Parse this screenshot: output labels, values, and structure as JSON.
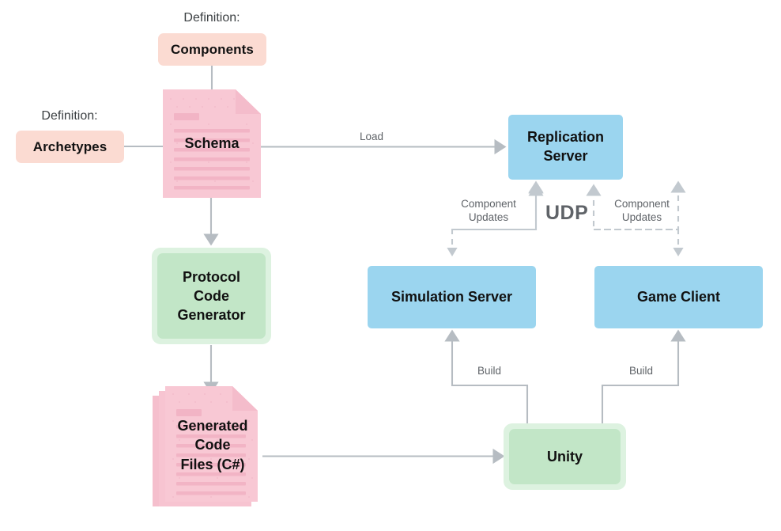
{
  "diagram": {
    "title": "Schema-driven code generation and replication architecture",
    "background": "#ffffff",
    "colors": {
      "peach": "#fbdbd2",
      "pink": "#f8c8d4",
      "pink_line": "#f3b4c3",
      "blue": "#9bd5ef",
      "green": "#c2e6c7",
      "green_border": "#d9f0dc",
      "connector": "#b0b7bd",
      "dashed": "#b8c0c6",
      "label_text": "#3c4043",
      "edge_text": "#5f6368",
      "node_text": "#111111"
    }
  },
  "captions": [
    {
      "id": "caption-components",
      "text": "Definition:"
    },
    {
      "id": "caption-archetypes",
      "text": "Definition:"
    }
  ],
  "nodes": {
    "components": {
      "label": "Components",
      "type": "tag-box",
      "color": "peach"
    },
    "archetypes": {
      "label": "Archetypes",
      "type": "tag-box",
      "color": "peach"
    },
    "schema": {
      "label": "Schema",
      "type": "document",
      "color": "pink"
    },
    "protocol_code_generator": {
      "label": "Protocol\nCode\nGenerator",
      "lines": [
        "Protocol",
        "Code",
        "Generator"
      ],
      "type": "rounded-double-box",
      "color": "green"
    },
    "generated_code_files": {
      "label": "Generated\nCode\nFiles (C#)",
      "lines": [
        "Generated",
        "Code",
        "Files (C#)"
      ],
      "type": "stacked-document",
      "color": "pink"
    },
    "unity": {
      "label": "Unity",
      "type": "rounded-double-box",
      "color": "green"
    },
    "replication_server": {
      "label": "Replication\nServer",
      "lines": [
        "Replication",
        "Server"
      ],
      "type": "box",
      "color": "blue"
    },
    "simulation_server": {
      "label": "Simulation Server",
      "lines": [
        "Simulation Server"
      ],
      "type": "box",
      "color": "blue"
    },
    "game_client": {
      "label": "Game Client",
      "lines": [
        "Game Client"
      ],
      "type": "box",
      "color": "blue"
    }
  },
  "edges": [
    {
      "id": "edge-components-schema",
      "from": "components",
      "to": "schema",
      "label": "",
      "style": "solid"
    },
    {
      "id": "edge-archetypes-schema",
      "from": "archetypes",
      "to": "schema",
      "label": "",
      "style": "solid"
    },
    {
      "id": "edge-schema-replication",
      "from": "schema",
      "to": "replication_server",
      "label": "Load",
      "style": "solid"
    },
    {
      "id": "edge-schema-generator",
      "from": "schema",
      "to": "protocol_code_generator",
      "label": "",
      "style": "solid"
    },
    {
      "id": "edge-generator-files",
      "from": "protocol_code_generator",
      "to": "generated_code_files",
      "label": "",
      "style": "solid"
    },
    {
      "id": "edge-files-unity",
      "from": "generated_code_files",
      "to": "unity",
      "label": "",
      "style": "solid"
    },
    {
      "id": "edge-unity-simulation",
      "from": "unity",
      "to": "simulation_server",
      "label": "Build",
      "style": "solid"
    },
    {
      "id": "edge-unity-gameclient",
      "from": "unity",
      "to": "game_client",
      "label": "Build",
      "style": "solid"
    },
    {
      "id": "edge-simulation-replication",
      "from": "simulation_server",
      "to": "replication_server",
      "label": "Component\nUpdates",
      "lines": [
        "Component",
        "Updates"
      ],
      "style": "dashed"
    },
    {
      "id": "edge-replication-simulation",
      "from": "replication_server",
      "to": "simulation_server",
      "label": "Component\nUpdates",
      "lines": [
        "Component",
        "Updates"
      ],
      "style": "dashed"
    },
    {
      "id": "edge-gameclient-replication",
      "from": "game_client",
      "to": "replication_server",
      "label": "Component\nUpdates",
      "lines": [
        "Component",
        "Updates"
      ],
      "style": "dashed"
    },
    {
      "id": "edge-replication-gameclient",
      "from": "replication_server",
      "to": "game_client",
      "label": "Component\nUpdates",
      "lines": [
        "Component",
        "Updates"
      ],
      "style": "dashed"
    }
  ],
  "edge_labels": {
    "load": "Load",
    "build_left": "Build",
    "build_right": "Build",
    "component_updates_left_1": "Component",
    "component_updates_left_2": "Updates",
    "component_updates_right_1": "Component",
    "component_updates_right_2": "Updates",
    "protocol": "UDP"
  }
}
